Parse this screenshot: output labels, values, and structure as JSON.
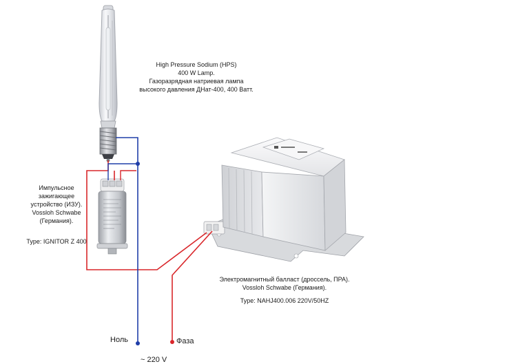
{
  "lamp": {
    "label_lines": [
      "High Pressure Sodium (HPS)",
      "400 W Lamp.",
      "Газоразрядная натриевая лампа",
      "высокого давления ДНат-400, 400 Ватт."
    ]
  },
  "ignitor": {
    "label_lines": [
      "Импульсное",
      "зажигающее",
      "устройство (ИЗУ).",
      "Vossloh Schwabe",
      "(Германия)."
    ],
    "type_label": "Type: IGNITOR Z 400"
  },
  "ballast": {
    "label_lines": [
      "Электромагнитный балласт (дроссель, ПРА).",
      "Vossloh Schwabe (Германия)."
    ],
    "type_label": "Type: NAHJ400.006 220V/50HZ"
  },
  "terminals": {
    "neutral": "Ноль",
    "phase": "Фаза",
    "voltage": "~ 220 V"
  },
  "colors": {
    "red_wire": "#d9262a",
    "blue_wire": "#1f3ea8",
    "ballast_body": "#e9eaec"
  }
}
